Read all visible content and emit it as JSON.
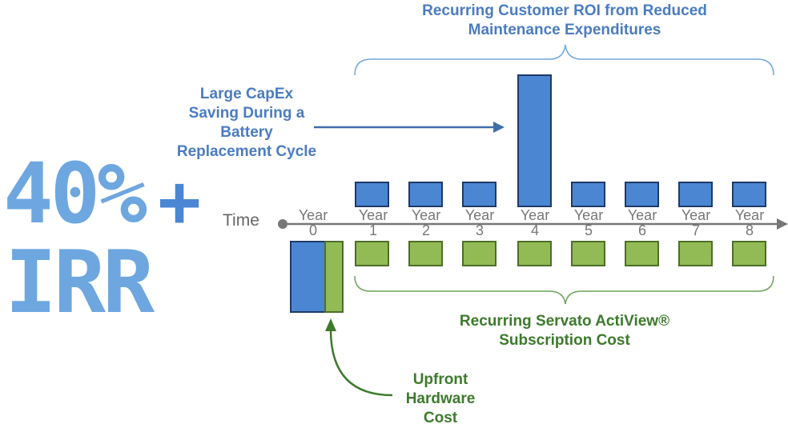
{
  "roi_title": "Recurring Customer ROI from Reduced Maintenance Expenditures",
  "capex_label": "Large CapEx Saving During a Battery Replacement Cycle",
  "subscription_label": "Recurring Servato ActiView® Subscription Cost",
  "hardware_label": "Upfront Hardware Cost",
  "irr": {
    "line1": "40%",
    "plus": "+",
    "line2": "IRR"
  },
  "axis": {
    "time_label": "Time",
    "year_word": "Year",
    "years": [
      "0",
      "1",
      "2",
      "3",
      "4",
      "5",
      "6",
      "7",
      "8"
    ]
  },
  "colors": {
    "blue_text": "#4a7cc2",
    "green_text": "#3d7a2c",
    "blue_box": "#4b86d3",
    "green_box": "#93bb55",
    "big_text": "#6ea7e0"
  },
  "icons": [
    "right-arrow-icon",
    "up-arrow-icon",
    "timeline-arrow-icon"
  ]
}
